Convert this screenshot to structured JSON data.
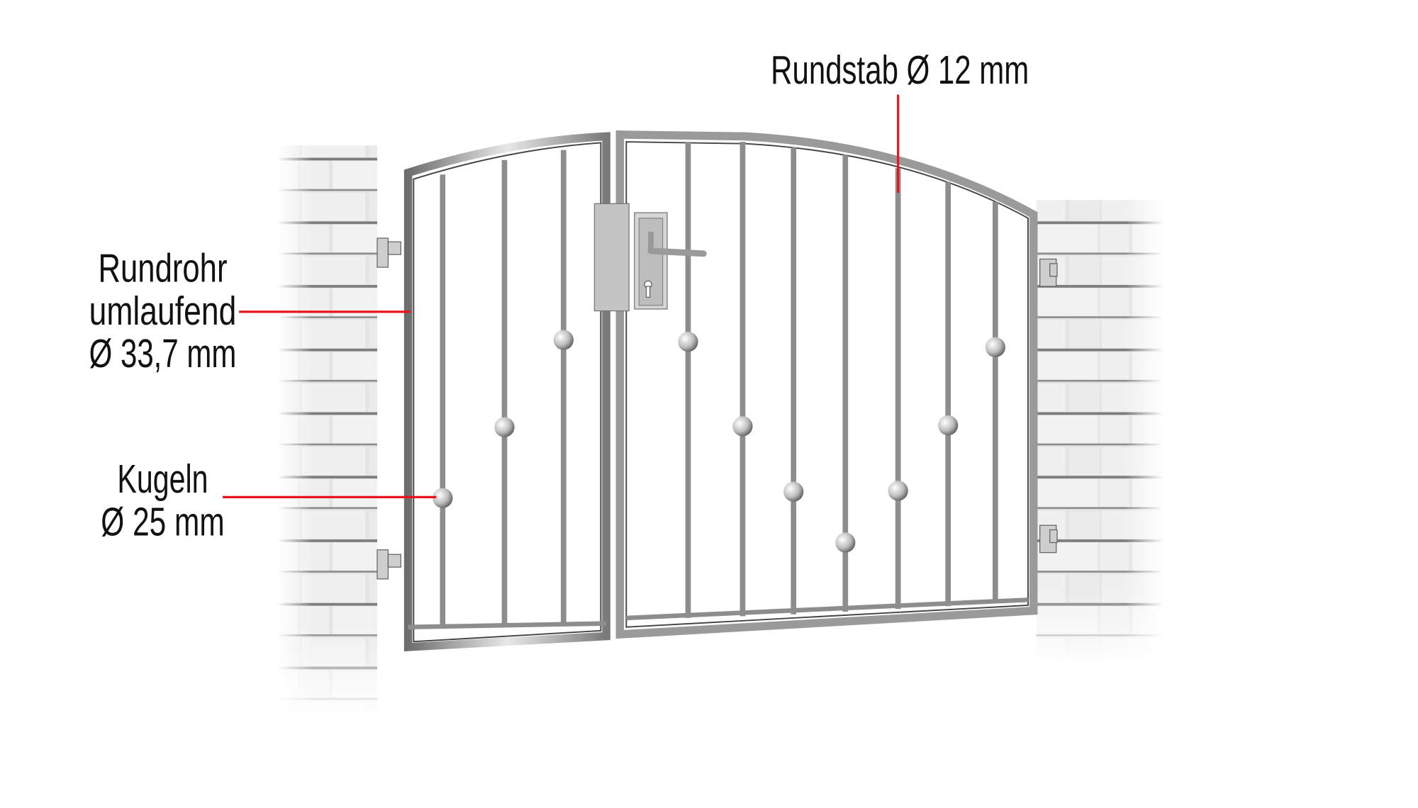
{
  "annotations": {
    "top_bar": {
      "text": "Rundstab Ø 12 mm"
    },
    "frame": {
      "line1": "Rundrohr",
      "line2": "umlaufend",
      "line3": "Ø 33,7 mm"
    },
    "balls": {
      "line1": "Kugeln",
      "line2": "Ø 25 mm"
    }
  },
  "colors": {
    "annotation_line": "#e8141b",
    "text": "#111111"
  }
}
